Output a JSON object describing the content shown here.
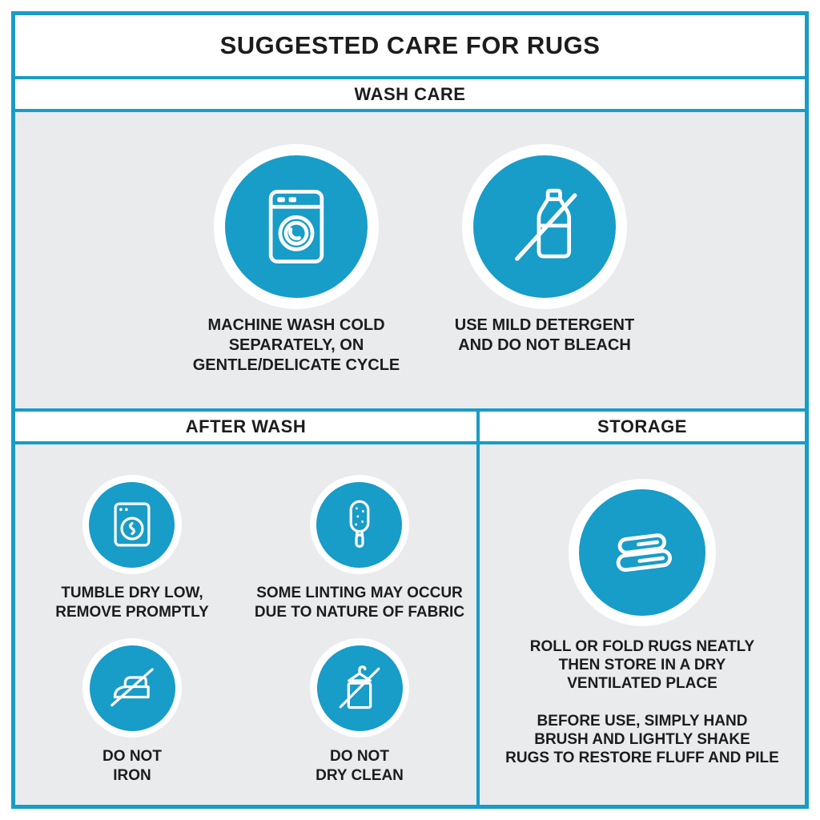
{
  "theme": {
    "accent": "#189CC8",
    "panel_bg": "#E9EBED",
    "text": "#1C1C1C"
  },
  "title": "SUGGESTED CARE FOR RUGS",
  "sections": {
    "wash_care": {
      "header": "WASH CARE",
      "items": [
        {
          "icon": "washing-machine-icon",
          "caption": "MACHINE WASH COLD\nSEPARATELY, ON\nGENTLE/DELICATE CYCLE"
        },
        {
          "icon": "no-bleach-icon",
          "caption": "USE MILD DETERGENT\nAND DO NOT BLEACH"
        }
      ]
    },
    "after_wash": {
      "header": "AFTER WASH",
      "items": [
        {
          "icon": "tumble-dry-icon",
          "caption": "TUMBLE DRY LOW,\nREMOVE PROMPTLY"
        },
        {
          "icon": "lint-roller-icon",
          "caption": "SOME LINTING MAY OCCUR\nDUE TO NATURE OF FABRIC"
        },
        {
          "icon": "do-not-iron-icon",
          "caption": "DO NOT\nIRON"
        },
        {
          "icon": "do-not-dry-clean-icon",
          "caption": "DO NOT\nDRY CLEAN"
        }
      ]
    },
    "storage": {
      "header": "STORAGE",
      "icon": "folded-rug-icon",
      "paragraphs": [
        "ROLL OR FOLD RUGS NEATLY\nTHEN STORE IN A DRY\nVENTILATED PLACE",
        "BEFORE USE, SIMPLY HAND\nBRUSH AND LIGHTLY SHAKE\nRUGS TO RESTORE FLUFF AND PILE"
      ]
    }
  }
}
